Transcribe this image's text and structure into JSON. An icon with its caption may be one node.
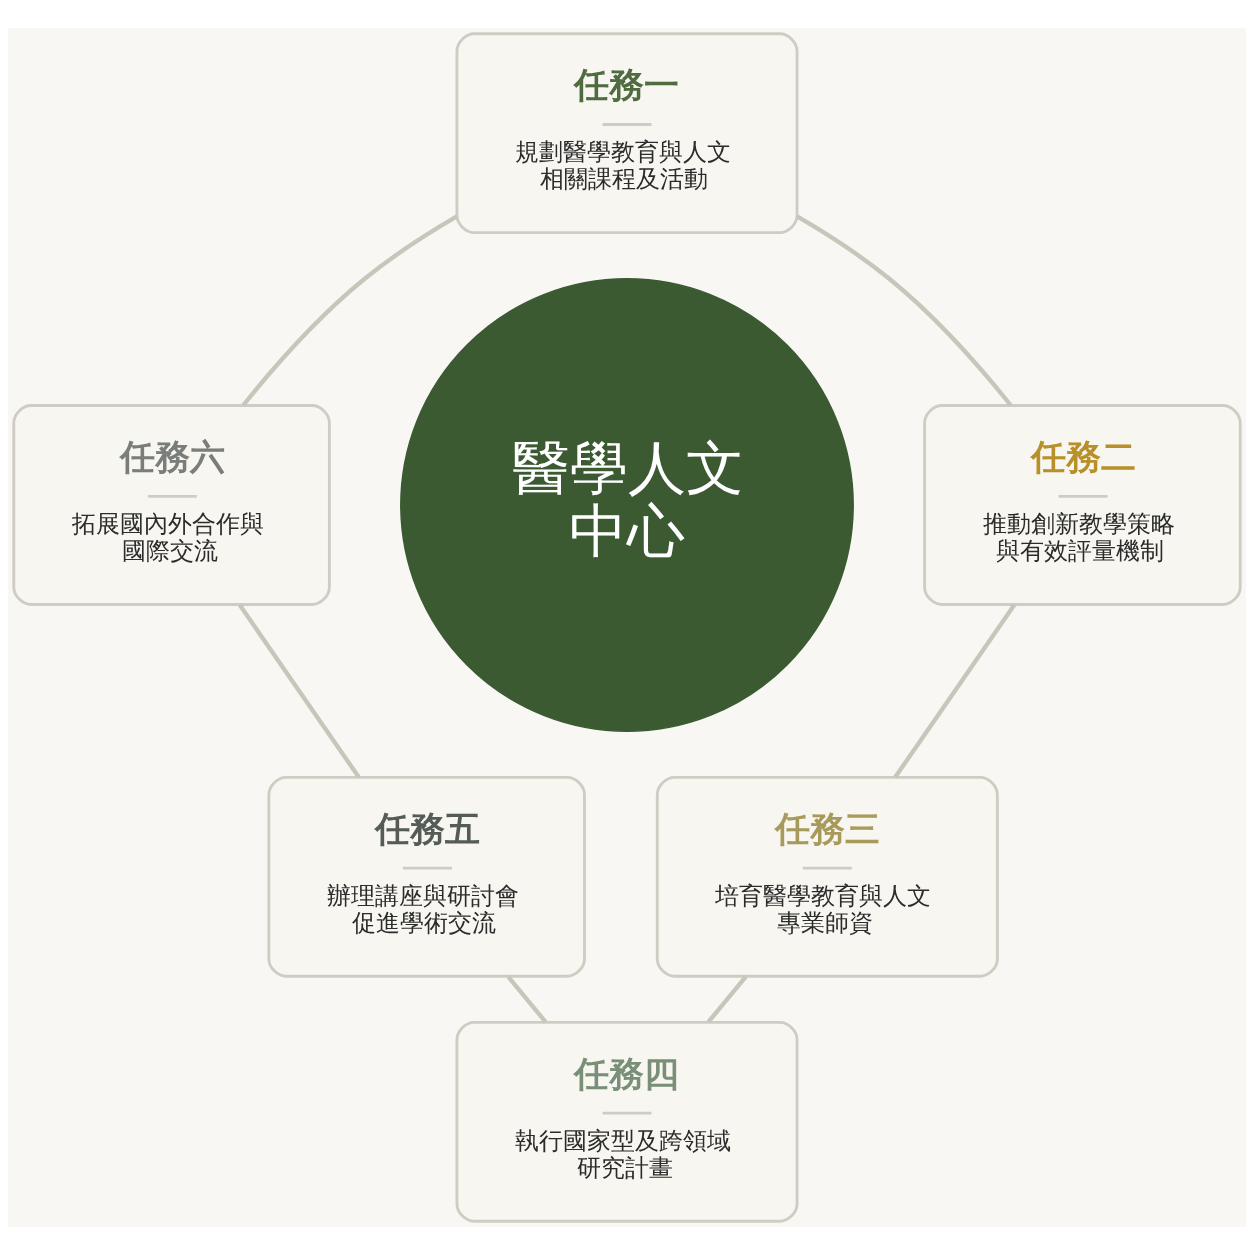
{
  "diagram": {
    "nodes": [
      {
        "text": [
          "醫學人文中心"
        ]
      },
      {
        "text": [
          "任務一",
          "規劃醫學教育與人文相關課程及活動"
        ]
      },
      {
        "text": [
          "任務二",
          "推動創新教學策略與有效評量機制"
        ]
      },
      {
        "text": [
          "任務三",
          "培育醫學教育與人文專業師資"
        ]
      },
      {
        "text": [
          "任務四",
          "執行國家型及跨領域研究計畫"
        ]
      },
      {
        "text": [
          "任務五",
          "辦理講座與研討會促進學術交流"
        ]
      },
      {
        "text": [
          "任務六",
          "拓展國內外合作與國際交流"
        ]
      }
    ],
    "edges": [
      {
        "from": 1,
        "to": 2,
        "arrow": "none"
      },
      {
        "from": 2,
        "to": 3,
        "arrow": "none"
      },
      {
        "from": 3,
        "to": 4,
        "arrow": "none"
      },
      {
        "from": 4,
        "to": 5,
        "arrow": "none"
      },
      {
        "from": 5,
        "to": 6,
        "arrow": "none"
      },
      {
        "from": 6,
        "to": 1,
        "arrow": "none"
      }
    ]
  }
}
